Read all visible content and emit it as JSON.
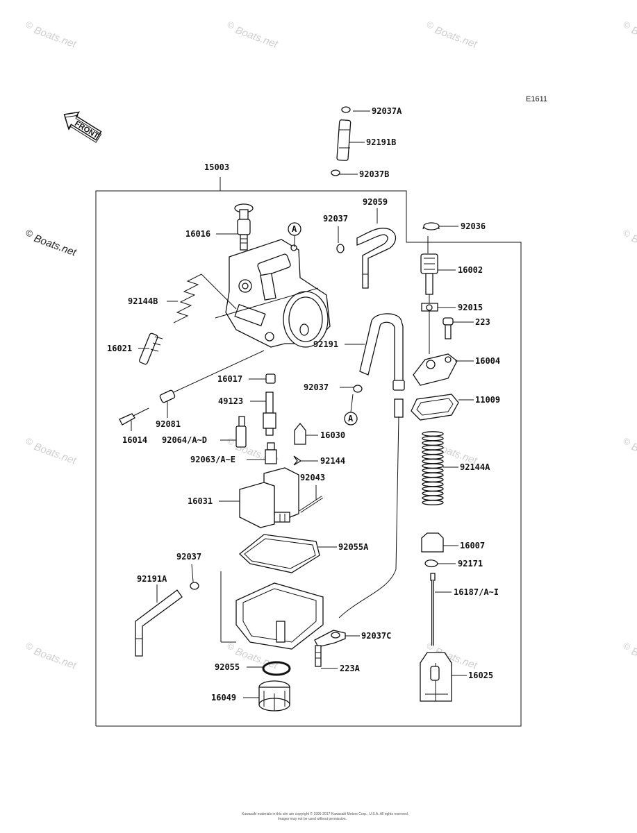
{
  "diagram_code": "E1611",
  "front_label": "FRONT",
  "watermarks": [
    {
      "text": "Boats.net",
      "symbol": "©"
    },
    {
      "text": "Boats.net",
      "symbol": "©"
    },
    {
      "text": "Boats.net",
      "symbol": "©"
    },
    {
      "text": "Boats.net",
      "symbol": "©"
    },
    {
      "text": "Boats.net",
      "symbol": "©"
    },
    {
      "text": "Boats.net",
      "symbol": "©"
    },
    {
      "text": "Boats.net",
      "symbol": "©"
    },
    {
      "text": "Boats.net",
      "symbol": "©"
    },
    {
      "text": "Boats.net",
      "symbol": "©"
    },
    {
      "text": "Boats.net",
      "symbol": "©"
    },
    {
      "text": "Boats.net",
      "symbol": "©"
    },
    {
      "text": "Boats.net",
      "symbol": "©"
    },
    {
      "text": "Boats.net",
      "symbol": "©"
    },
    {
      "text": "Boats.net",
      "symbol": "©"
    }
  ],
  "callout_refs": [
    "A",
    "A"
  ],
  "parts": [
    {
      "id": "92037A",
      "label": "92037A"
    },
    {
      "id": "92191B",
      "label": "92191B"
    },
    {
      "id": "92037B",
      "label": "92037B"
    },
    {
      "id": "15003",
      "label": "15003"
    },
    {
      "id": "92059",
      "label": "92059"
    },
    {
      "id": "92037-top",
      "label": "92037"
    },
    {
      "id": "92036",
      "label": "92036"
    },
    {
      "id": "16016",
      "label": "16016"
    },
    {
      "id": "16002",
      "label": "16002"
    },
    {
      "id": "92144B",
      "label": "92144B"
    },
    {
      "id": "92015",
      "label": "92015"
    },
    {
      "id": "223",
      "label": "223"
    },
    {
      "id": "92191",
      "label": "92191"
    },
    {
      "id": "16021",
      "label": "16021"
    },
    {
      "id": "16004",
      "label": "16004"
    },
    {
      "id": "16017",
      "label": "16017"
    },
    {
      "id": "92037-mid",
      "label": "92037"
    },
    {
      "id": "11009",
      "label": "11009"
    },
    {
      "id": "49123",
      "label": "49123"
    },
    {
      "id": "92081",
      "label": "92081"
    },
    {
      "id": "16014",
      "label": "16014"
    },
    {
      "id": "92064",
      "label": "92064/A~D"
    },
    {
      "id": "16030",
      "label": "16030"
    },
    {
      "id": "92144A",
      "label": "92144A"
    },
    {
      "id": "92063",
      "label": "92063/A~E"
    },
    {
      "id": "92144",
      "label": "92144"
    },
    {
      "id": "92043",
      "label": "92043"
    },
    {
      "id": "16031",
      "label": "16031"
    },
    {
      "id": "16007",
      "label": "16007"
    },
    {
      "id": "92055A",
      "label": "92055A"
    },
    {
      "id": "92037-low",
      "label": "92037"
    },
    {
      "id": "92171",
      "label": "92171"
    },
    {
      "id": "92191A",
      "label": "92191A"
    },
    {
      "id": "16187",
      "label": "16187/A~I"
    },
    {
      "id": "92037C",
      "label": "92037C"
    },
    {
      "id": "92055",
      "label": "92055"
    },
    {
      "id": "223A",
      "label": "223A"
    },
    {
      "id": "16025",
      "label": "16025"
    },
    {
      "id": "16049",
      "label": "16049"
    }
  ],
  "footer_lines": [
    "Kawasaki materials in this site are copyright © 1995-2017 Kawasaki Motors Corp., U.S.A. All rights reserved.",
    "Images may not be used without permission."
  ]
}
